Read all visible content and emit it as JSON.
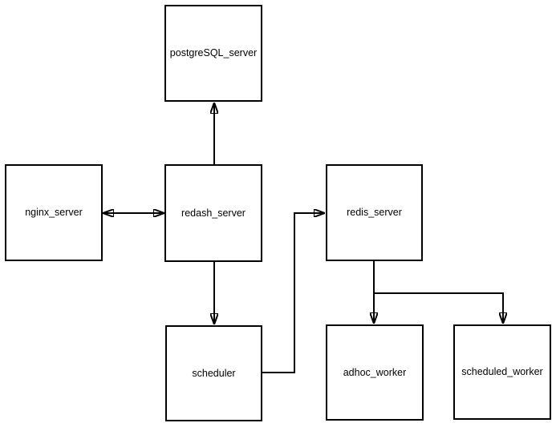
{
  "diagram": {
    "type": "architecture-flowchart",
    "background_color": "#ffffff",
    "node_fill_color": "#ffffff",
    "node_border_color": "#000000",
    "edge_color": "#000000",
    "text_color": "#000000",
    "nodes": [
      {
        "id": "postgresql_server",
        "label": "postgreSQL_server"
      },
      {
        "id": "nginx_server",
        "label": "nginx_server"
      },
      {
        "id": "redash_server",
        "label": "redash_server"
      },
      {
        "id": "redis_server",
        "label": "redis_server"
      },
      {
        "id": "scheduler",
        "label": "scheduler"
      },
      {
        "id": "adhoc_worker",
        "label": "adhoc_worker"
      },
      {
        "id": "scheduled_worker",
        "label": "scheduled_worker"
      }
    ],
    "edges": [
      {
        "from": "redash_server",
        "to": "postgreSQL_server",
        "style": "arrow"
      },
      {
        "from": "nginx_server",
        "to": "redash_server",
        "style": "double-arrow"
      },
      {
        "from": "redash_server",
        "to": "scheduler",
        "style": "arrow"
      },
      {
        "from": "scheduler",
        "to": "redis_server",
        "style": "arrow"
      },
      {
        "from": "redis_server",
        "to": "adhoc_worker",
        "style": "arrow"
      },
      {
        "from": "redis_server",
        "to": "scheduled_worker",
        "style": "arrow"
      }
    ]
  }
}
